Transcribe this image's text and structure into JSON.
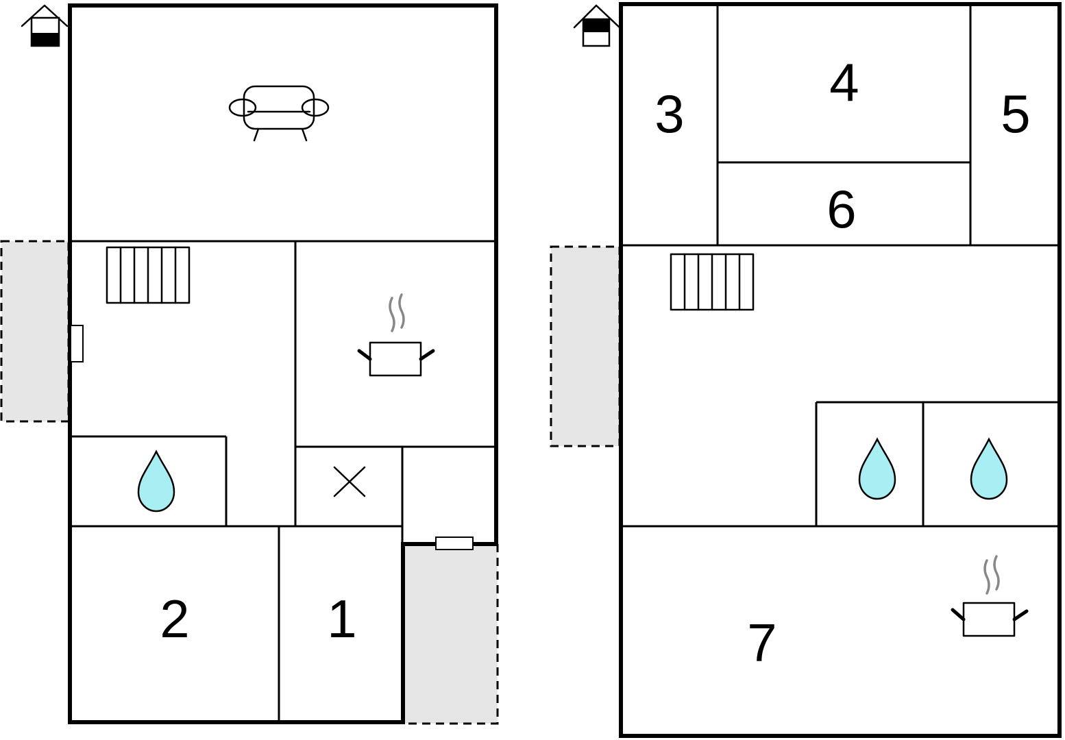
{
  "floors": [
    {
      "id": "ground-floor",
      "rooms": [
        {
          "key": "room-2",
          "label": "2"
        },
        {
          "key": "room-1",
          "label": "1"
        }
      ]
    },
    {
      "id": "upper-floor",
      "rooms": [
        {
          "key": "room-3",
          "label": "3"
        },
        {
          "key": "room-4",
          "label": "4"
        },
        {
          "key": "room-5",
          "label": "5"
        },
        {
          "key": "room-6",
          "label": "6"
        },
        {
          "key": "room-7",
          "label": "7"
        }
      ]
    }
  ],
  "icons": {
    "living": "sofa-icon",
    "kitchen": "cooking-pot-icon",
    "bath": "water-drop-icon",
    "stairs": "stairs-icon",
    "wc": "cross-icon",
    "floor_indicator": "house-level-icon"
  },
  "colors": {
    "water": "#a8eef2",
    "outdoor": "#e6e6e6",
    "steam": "#888888",
    "wall": "#000000"
  }
}
